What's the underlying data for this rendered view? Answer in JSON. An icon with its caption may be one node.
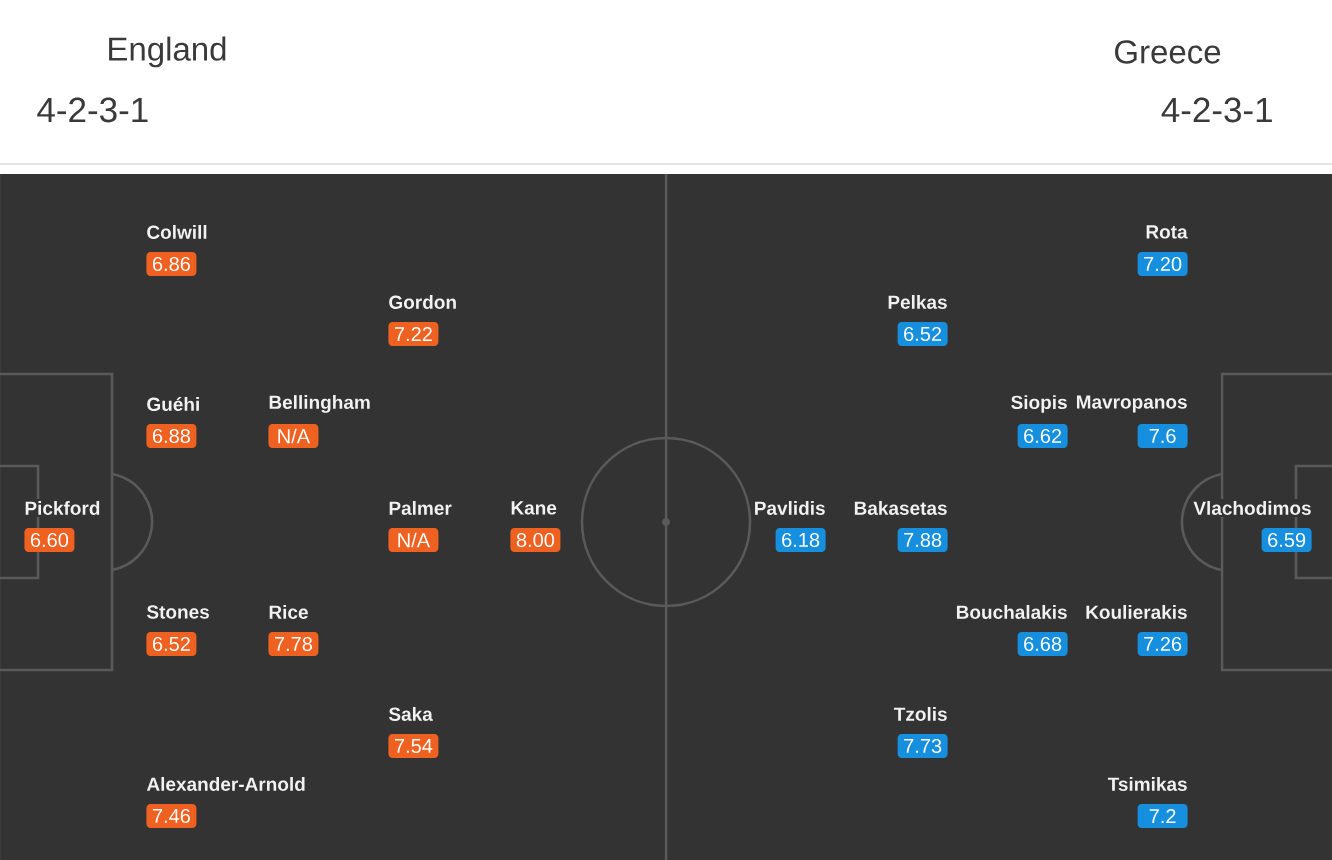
{
  "diagram": {
    "nodes": [
      {
        "text": [
          "Pickford",
          "6.60"
        ]
      },
      {
        "text": [
          "Colwill",
          "6.86"
        ]
      },
      {
        "text": [
          "Guéhi",
          "6.88"
        ]
      },
      {
        "text": [
          "Stones",
          "6.52"
        ]
      },
      {
        "text": [
          "Alexander-Arnold",
          "7.46"
        ]
      },
      {
        "text": [
          "Bellingham",
          "N/A"
        ]
      },
      {
        "text": [
          "Rice",
          "7.78"
        ]
      },
      {
        "text": [
          "Gordon",
          "7.22"
        ]
      },
      {
        "text": [
          "Palmer",
          "N/A"
        ]
      },
      {
        "text": [
          "Saka",
          "7.54"
        ]
      },
      {
        "text": [
          "Kane",
          "8.00"
        ]
      },
      {
        "text": [
          "Vlachodimos",
          "6.59"
        ]
      },
      {
        "text": [
          "Rota",
          "7.20"
        ]
      },
      {
        "text": [
          "Mavropanos",
          "7.6"
        ]
      },
      {
        "text": [
          "Koulierakis",
          "7.26"
        ]
      },
      {
        "text": [
          "Tsimikas",
          "7.2"
        ]
      },
      {
        "text": [
          "Siopis",
          "6.62"
        ]
      },
      {
        "text": [
          "Bouchalakis",
          "6.68"
        ]
      },
      {
        "text": [
          "Pelkas",
          "6.52"
        ]
      },
      {
        "text": [
          "Bakasetas",
          "7.88"
        ]
      },
      {
        "text": [
          "Tzolis",
          "7.73"
        ]
      },
      {
        "text": [
          "Pavlidis",
          "6.18"
        ]
      }
    ],
    "labels": [
      "England",
      "4-2-3-1",
      "Greece",
      "4-2-3-1"
    ]
  }
}
